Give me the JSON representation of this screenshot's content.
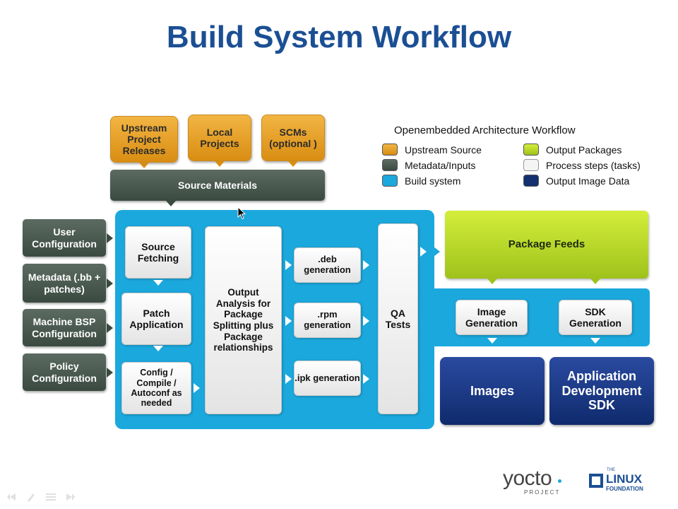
{
  "title": "Build System Workflow",
  "legend": {
    "title": "Openembedded Architecture Workflow",
    "items": [
      {
        "label": "Upstream Source",
        "color": "#e7a22a"
      },
      {
        "label": "Metadata/Inputs",
        "color": "#46564c"
      },
      {
        "label": "Build system",
        "color": "#1ba8dd"
      },
      {
        "label": "Output Packages",
        "color": "#b6d72a"
      },
      {
        "label": "Process steps (tasks)",
        "color": "#f4f4f4"
      },
      {
        "label": "Output Image Data",
        "color": "#13306f"
      }
    ]
  },
  "upstream": {
    "upstream_releases": "Upstream Project Releases",
    "local_projects": "Local Projects",
    "scms": "SCMs (optional )"
  },
  "source_materials": "Source Materials",
  "inputs": {
    "user_config": "User Configuration",
    "metadata": "Metadata (.bb + patches)",
    "machine_bsp": "Machine BSP Configuration",
    "policy": "Policy Configuration"
  },
  "steps": {
    "source_fetching": "Source Fetching",
    "patch_application": "Patch Application",
    "config_compile": "Config / Compile / Autoconf as needed",
    "output_analysis": "Output Analysis for Package Splitting plus Package relationships",
    "deb": ".deb generation",
    "rpm": ".rpm generation",
    "ipk": ".ipk generation",
    "qa": "QA Tests",
    "image_generation": "Image Generation",
    "sdk_generation": "SDK Generation"
  },
  "outputs": {
    "package_feeds": "Package Feeds",
    "images": "Images",
    "app_sdk": "Application Development SDK"
  },
  "logos": {
    "yocto": "yocto",
    "yocto_sub": "PROJECT",
    "linux_the": "THE",
    "linux": "LINUX",
    "linux_sub": "FOUNDATION"
  }
}
